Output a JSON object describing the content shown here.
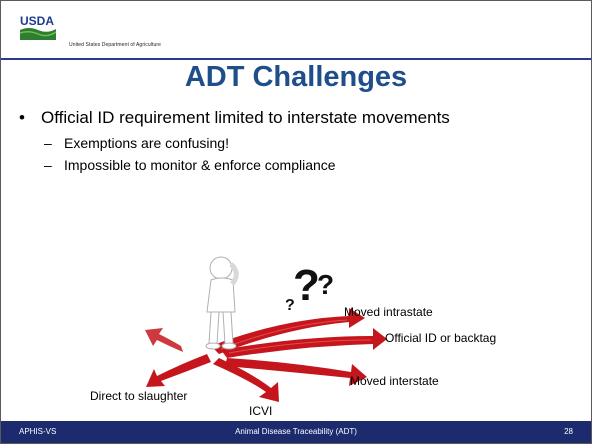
{
  "header": {
    "logo_text": "USDA",
    "agency": "United States Department of Agriculture"
  },
  "slide": {
    "title": "ADT Challenges",
    "bullet": "Official ID requirement limited to interstate movements",
    "subbullets": [
      "Exemptions are confusing!",
      "Impossible to monitor & enforce compliance"
    ]
  },
  "image_labels": {
    "moved_intrastate": "Moved intrastate",
    "official_id": "Official ID or backtag",
    "moved_interstate": "Moved interstate",
    "direct_slaughter": "Direct to slaughter",
    "icvi": "ICVI"
  },
  "footer": {
    "left": "APHIS-VS",
    "center": "Animal Disease Traceability (ADT)",
    "page": "28"
  },
  "colors": {
    "title": "#1f4e8a",
    "footer_bg": "#1c2a6e",
    "arrow_red": "#c4161c",
    "usda_green": "#2e7d32"
  }
}
